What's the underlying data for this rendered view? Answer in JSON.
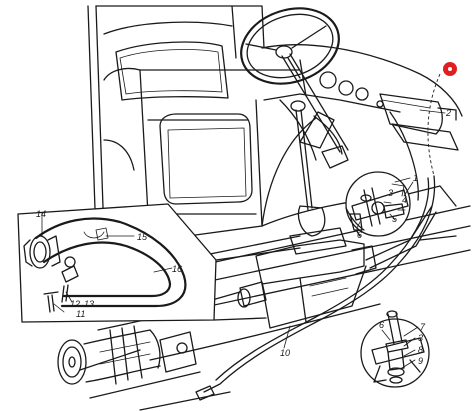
{
  "callouts": [
    {
      "id": "c1",
      "label": "1"
    },
    {
      "id": "c2",
      "label": "2"
    },
    {
      "id": "c3",
      "label": "3"
    },
    {
      "id": "c4",
      "label": "4"
    },
    {
      "id": "c5",
      "label": "5"
    },
    {
      "id": "c6",
      "label": "6"
    },
    {
      "id": "c10",
      "label": "10"
    },
    {
      "id": "c11",
      "label": "11"
    },
    {
      "id": "c12",
      "label": "12"
    },
    {
      "id": "c13",
      "label": "13"
    },
    {
      "id": "c14",
      "label": "14"
    },
    {
      "id": "c15",
      "label": "15"
    },
    {
      "id": "c16",
      "label": "16"
    },
    {
      "id": "d6",
      "label": "6"
    },
    {
      "id": "d7",
      "label": "7"
    },
    {
      "id": "d3",
      "label": "3"
    },
    {
      "id": "d8",
      "label": "8"
    },
    {
      "id": "d9",
      "label": "9"
    }
  ],
  "colors": {
    "line": "#1a1a1a",
    "marker": "#e02020",
    "background": "#ffffff"
  }
}
